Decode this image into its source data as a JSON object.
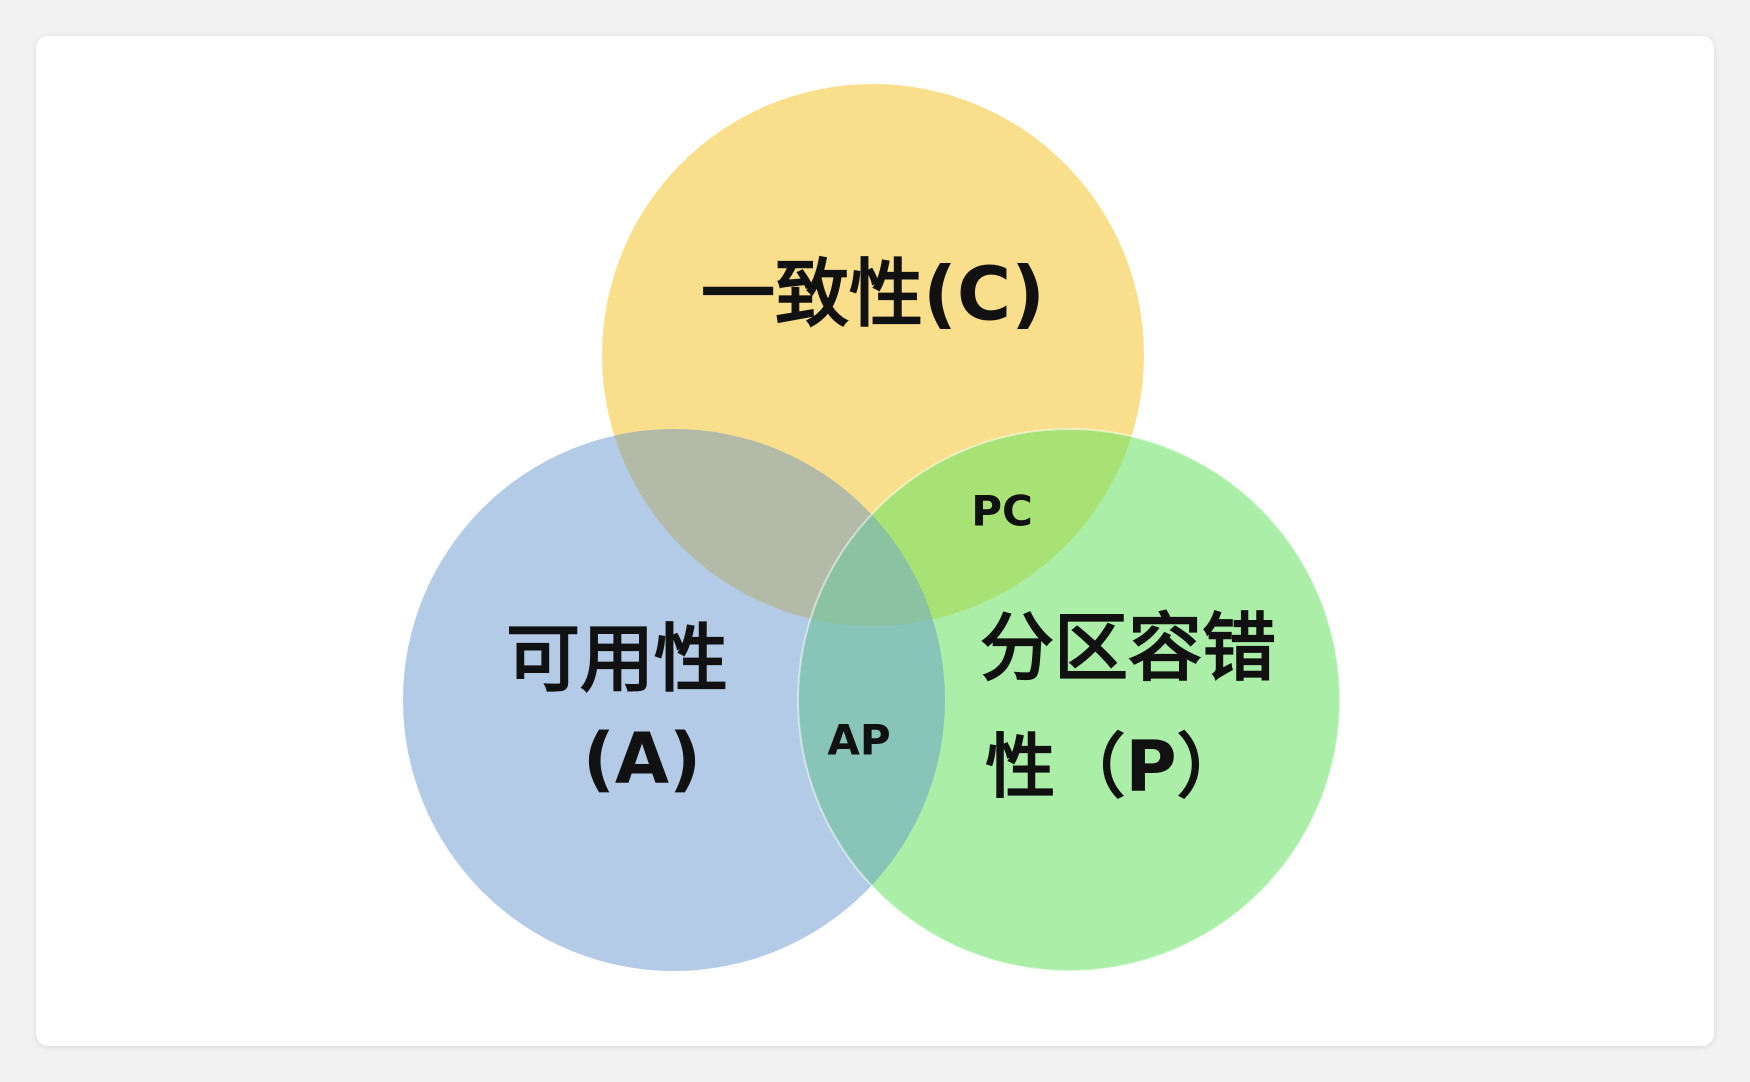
{
  "diagram": {
    "consistency": {
      "label": "一致性(C)",
      "color": "#f9df8c"
    },
    "availability": {
      "label_line1": "可用性",
      "label_line2": "(A)",
      "color": "#b3cbe6"
    },
    "partition": {
      "label_line1": "分区容错",
      "label_line2": "性（P）",
      "color": "#aaeea8"
    },
    "overlaps": {
      "pc": {
        "label": "PC",
        "color": "#a8e274"
      },
      "ap": {
        "label": "AP",
        "color": "#88c4b8"
      },
      "ca": {
        "color": "#b3bba8"
      },
      "cap": {
        "color": "#8ac2a2"
      }
    }
  }
}
